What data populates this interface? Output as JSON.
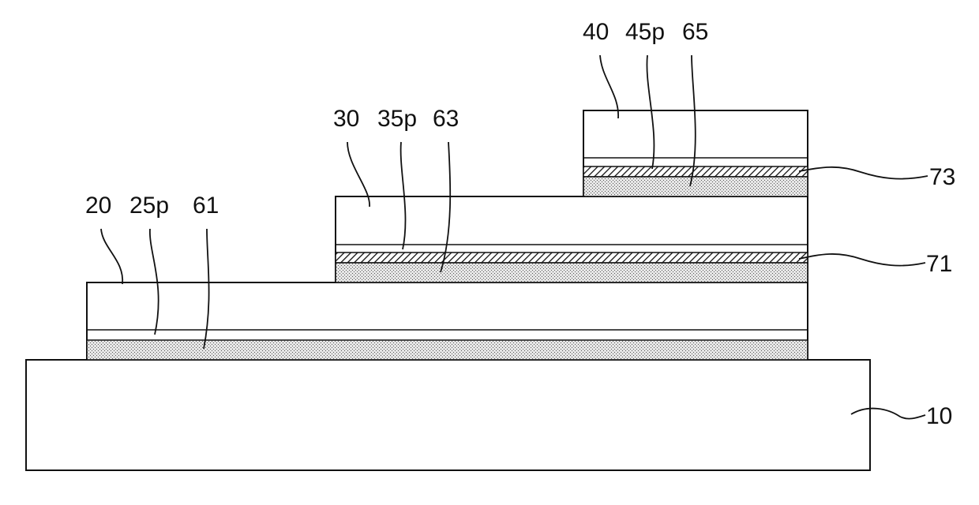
{
  "labels": {
    "l10": "10",
    "l20": "20",
    "l25p": "25p",
    "l61": "61",
    "l30": "30",
    "l35p": "35p",
    "l63": "63",
    "l40": "40",
    "l45p": "45p",
    "l65": "65",
    "l71": "71",
    "l73": "73"
  },
  "colors": {
    "line": "#111111",
    "fill": "#ffffff",
    "dot_fill": "#d9d9d9"
  }
}
